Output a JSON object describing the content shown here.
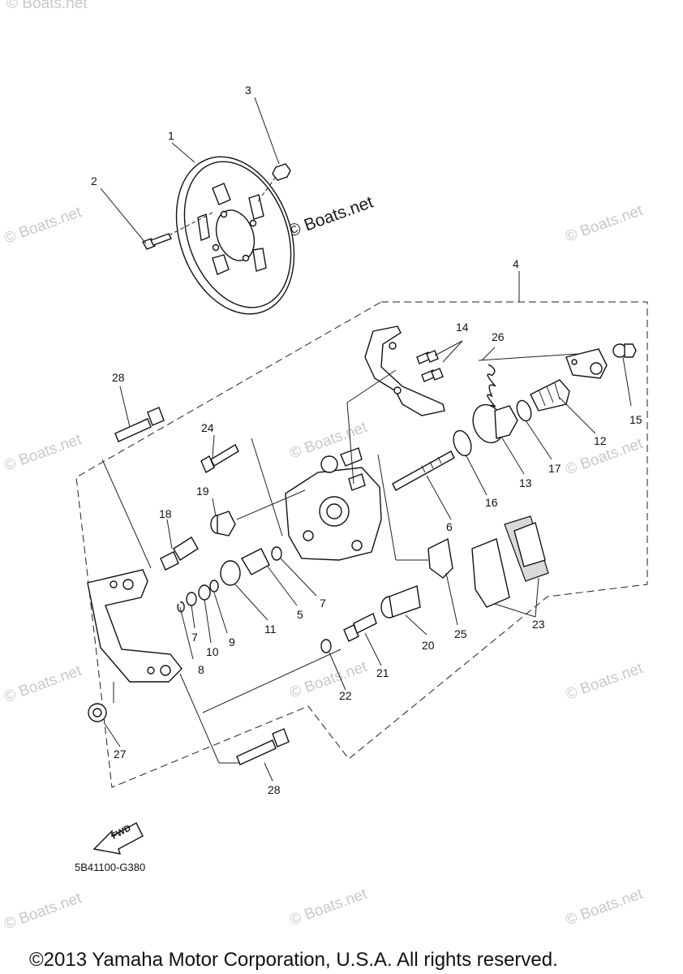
{
  "diagram": {
    "callouts": [
      "1",
      "2",
      "3",
      "4",
      "5",
      "6",
      "7",
      "7",
      "8",
      "9",
      "10",
      "11",
      "12",
      "13",
      "14",
      "15",
      "16",
      "17",
      "18",
      "19",
      "20",
      "21",
      "22",
      "23",
      "24",
      "25",
      "26",
      "27",
      "28",
      "28"
    ],
    "fwd_label": "FWD",
    "drawing_code": "5B41100-G380",
    "watermark_main": "© Boats.net",
    "watermark_faint": "© Boats.net",
    "copyright": "©2013 Yamaha Motor Corporation, U.S.A. All rights reserved."
  }
}
